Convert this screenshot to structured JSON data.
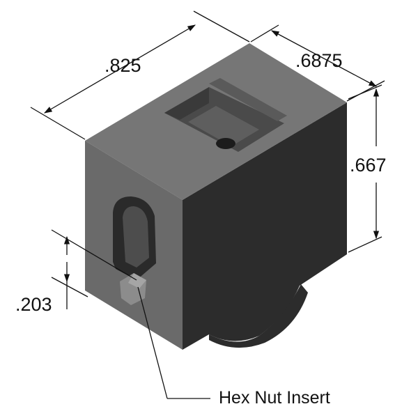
{
  "dimensions": {
    "length": ".825",
    "width": ".6875",
    "height": ".667",
    "nut_offset": ".203"
  },
  "callout": {
    "label": "Hex Nut Insert"
  },
  "colors": {
    "top_face": "#767676",
    "front_face": "#6a6a6a",
    "side_face": "#2c2c2c",
    "cavity": "#4a4a4a",
    "line": "#111111"
  }
}
